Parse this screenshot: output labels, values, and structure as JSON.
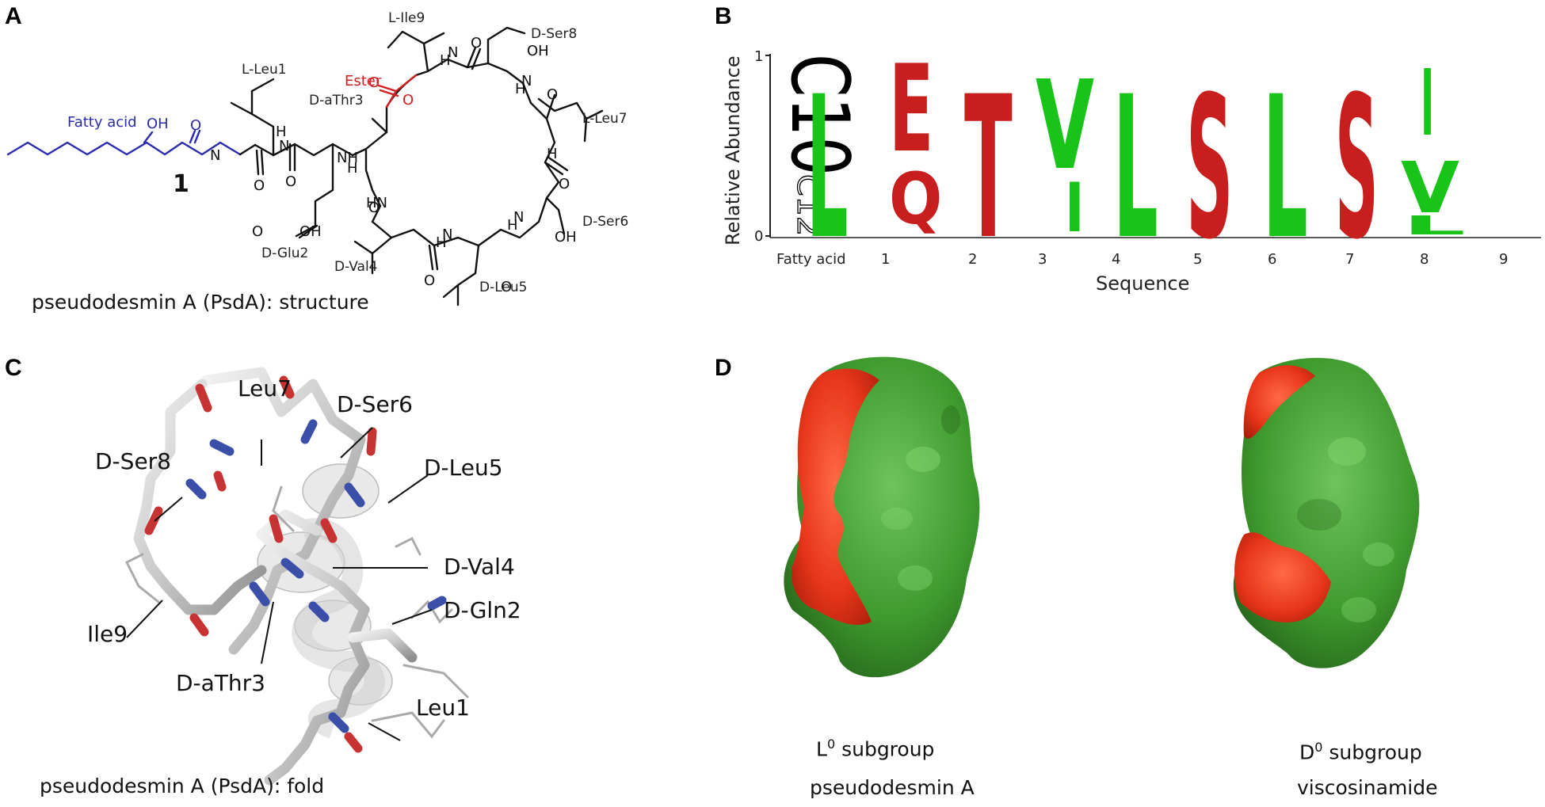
{
  "panels": {
    "A": {
      "label": "A",
      "caption": "pseudodesmin A (PsdA): structure",
      "compound_number": "1",
      "fatty_acid_label": "Fatty acid",
      "oh_label": "OH",
      "ester_label": "Ester",
      "residues": {
        "leu1": "L-Leu1",
        "glu2": "D-Glu2",
        "athr3": "D-aThr3",
        "val4": "D-Val4",
        "leu5": "D-Leu5",
        "ser6": "D-Ser6",
        "leu7": "L-Leu7",
        "ser8": "D-Ser8",
        "ile9": "L-Ile9"
      },
      "atoms": {
        "O": "O",
        "N": "N",
        "H": "H",
        "NH": "NH",
        "HN": "HN",
        "OH": "OH",
        "N_trunc": "N"
      },
      "colors": {
        "fatty_acid": "#2b2bb0",
        "ester": "#d21f1f",
        "bonds": "#111111"
      }
    },
    "B": {
      "label": "B",
      "ylabel": "Relative Abundance",
      "xlabel": "Sequence",
      "ytick_top": "1",
      "ytick_bottom": "0",
      "fatty_acid_tick": "Fatty acid",
      "fatty_acid_glyphs": [
        "C10",
        "C12"
      ],
      "positions": [
        "1",
        "2",
        "3",
        "4",
        "5",
        "6",
        "7",
        "8",
        "9"
      ],
      "letters": [
        {
          "top": "L",
          "top_color": "#19c419",
          "bottom": "",
          "bottom_color": ""
        },
        {
          "top": "E",
          "top_color": "#c81e1e",
          "bottom": "Q",
          "bottom_color": "#c81e1e"
        },
        {
          "top": "T",
          "top_color": "#c81e1e",
          "bottom": "",
          "bottom_color": ""
        },
        {
          "top": "V",
          "top_color": "#19c419",
          "bottom": "I",
          "bottom_color": "#19c419"
        },
        {
          "top": "L",
          "top_color": "#19c419",
          "bottom": "",
          "bottom_color": ""
        },
        {
          "top": "S",
          "top_color": "#c81e1e",
          "bottom": "",
          "bottom_color": ""
        },
        {
          "top": "L",
          "top_color": "#19c419",
          "bottom": "",
          "bottom_color": ""
        },
        {
          "top": "S",
          "top_color": "#c81e1e",
          "bottom": "",
          "bottom_color": ""
        },
        {
          "top": "I",
          "top_color": "#19c419",
          "bottom": "V",
          "bottom_color": "#19c419",
          "extra": "L"
        }
      ]
    },
    "C": {
      "label": "C",
      "caption": "pseudodesmin A (PsdA): fold",
      "residue_labels": {
        "leu7": "Leu7",
        "ser6": "D-Ser6",
        "ser8": "D-Ser8",
        "leu5": "D-Leu5",
        "val4": "D-Val4",
        "gln2": "D-Gln2",
        "ile9": "Ile9",
        "athr3": "D-aThr3",
        "leu1": "Leu1"
      }
    },
    "D": {
      "label": "D",
      "left": {
        "superscript": "0",
        "prefix": "L",
        "subgroup": "subgroup",
        "name": "pseudodesmin A"
      },
      "right": {
        "superscript": "0",
        "prefix": "D",
        "subgroup": "subgroup",
        "name": "viscosinamide"
      },
      "colors": {
        "hydrophobic": "#3f9a2e",
        "hydrophilic": "#e8361a"
      }
    }
  }
}
